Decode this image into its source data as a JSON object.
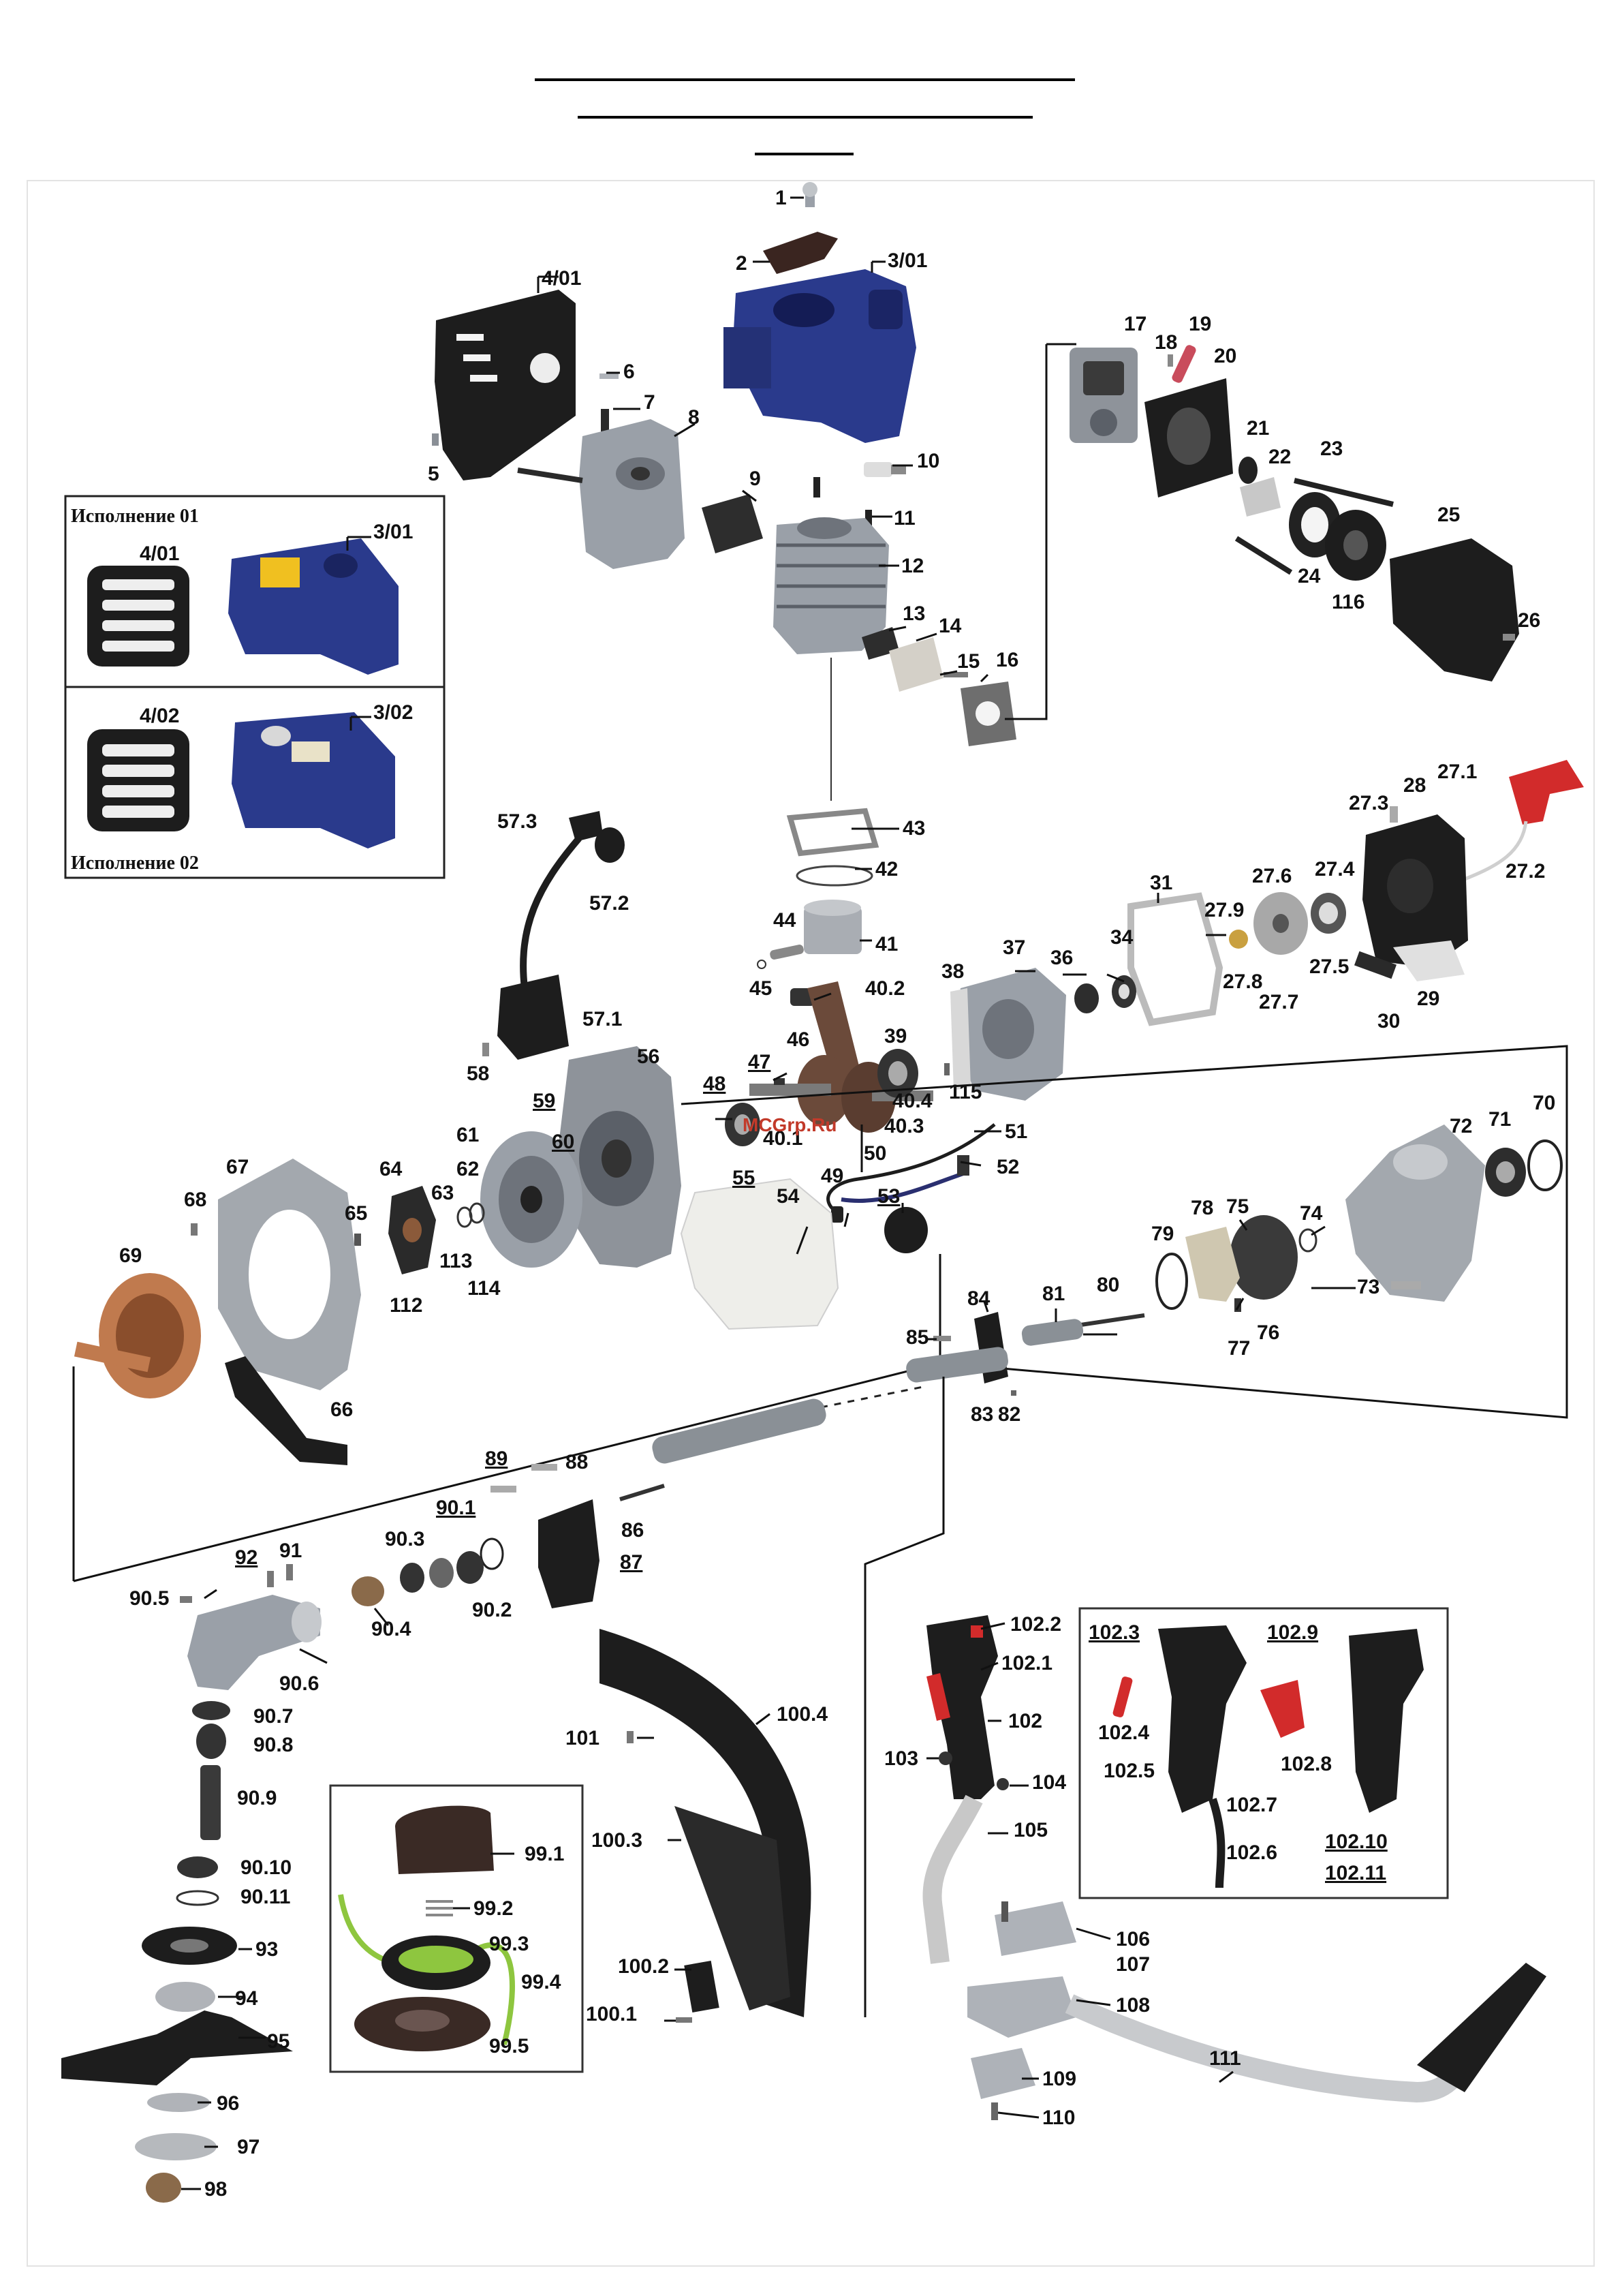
{
  "watermark": "MCGrp.Ru",
  "variants": {
    "v01": {
      "title": "Исполнение 01",
      "left_label": "4/01",
      "right_label": "3/01"
    },
    "v02": {
      "title": "Исполнение 02",
      "left_label": "4/02",
      "right_label": "3/02"
    }
  },
  "labels": {
    "p1": "1",
    "p2": "2",
    "p3_01": "3/01",
    "p4_01": "4/01",
    "p5": "5",
    "p6": "6",
    "p7": "7",
    "p8": "8",
    "p9": "9",
    "p10": "10",
    "p11": "11",
    "p12": "12",
    "p13": "13",
    "p14": "14",
    "p15": "15",
    "p16": "16",
    "p17": "17",
    "p18": "18",
    "p19": "19",
    "p20": "20",
    "p21": "21",
    "p22": "22",
    "p23": "23",
    "p24": "24",
    "p25": "25",
    "p26": "26",
    "p116": "116",
    "p27_1": "27.1",
    "p27_2": "27.2",
    "p27_3": "27.3",
    "p27_4": "27.4",
    "p27_5": "27.5",
    "p27_6": "27.6",
    "p27_7": "27.7",
    "p27_8": "27.8",
    "p27_9": "27.9",
    "p28": "28",
    "p29": "29",
    "p30": "30",
    "p31": "31",
    "p34": "34",
    "p36": "36",
    "p37": "37",
    "p38": "38",
    "p39": "39",
    "p40_1": "40.1",
    "p40_2": "40.2",
    "p40_3": "40.3",
    "p40_4": "40.4",
    "p41": "41",
    "p42": "42",
    "p43": "43",
    "p44": "44",
    "p45": "45",
    "p46": "46",
    "p47": "47",
    "p48": "48",
    "p49": "49",
    "p50": "50",
    "p51": "51",
    "p52": "52",
    "p53": "53",
    "p54": "54",
    "p55": "55",
    "p56": "56",
    "p57_1": "57.1",
    "p57_2": "57.2",
    "p57_3": "57.3",
    "p58": "58",
    "p59": "59",
    "p60": "60",
    "p61": "61",
    "p62": "62",
    "p63": "63",
    "p64": "64",
    "p65": "65",
    "p66": "66",
    "p67": "67",
    "p68": "68",
    "p69": "69",
    "p70": "70",
    "p71": "71",
    "p72": "72",
    "p73": "73",
    "p74": "74",
    "p75": "75",
    "p76": "76",
    "p77": "77",
    "p78": "78",
    "p79": "79",
    "p80": "80",
    "p81": "81",
    "p82": "82",
    "p83": "83",
    "p84": "84",
    "p85": "85",
    "p86": "86",
    "p87": "87",
    "p88": "88",
    "p89": "89",
    "p90_1": "90.1",
    "p90_2": "90.2",
    "p90_3": "90.3",
    "p90_4": "90.4",
    "p90_5": "90.5",
    "p90_6": "90.6",
    "p90_7": "90.7",
    "p90_8": "90.8",
    "p90_9": "90.9",
    "p90_10": "90.10",
    "p90_11": "90.11",
    "p91": "91",
    "p92": "92",
    "p93": "93",
    "p94": "94",
    "p95": "95",
    "p96": "96",
    "p97": "97",
    "p98": "98",
    "p99_1": "99.1",
    "p99_2": "99.2",
    "p99_3": "99.3",
    "p99_4": "99.4",
    "p99_5": "99.5",
    "p100_1": "100.1",
    "p100_2": "100.2",
    "p100_3": "100.3",
    "p100_4": "100.4",
    "p101": "101",
    "p102": "102",
    "p102_1": "102.1",
    "p102_2": "102.2",
    "p102_3": "102.3",
    "p102_4": "102.4",
    "p102_5": "102.5",
    "p102_6": "102.6",
    "p102_7": "102.7",
    "p102_8": "102.8",
    "p102_9": "102.9",
    "p102_10": "102.10",
    "p102_11": "102.11",
    "p103": "103",
    "p104": "104",
    "p105": "105",
    "p106": "106",
    "p107": "107",
    "p108": "108",
    "p109": "109",
    "p110": "110",
    "p111": "111",
    "p112": "112",
    "p113": "113",
    "p114": "114",
    "p115": "115"
  },
  "colors": {
    "cover_blue": "#2a3a8c",
    "black_part": "#1d1d1d",
    "metal": "#9aa0a8",
    "dark_metal": "#5b6068",
    "copper": "#c07a4e",
    "red": "#d22b2b",
    "white_plastic": "#eeeeea",
    "grey_plastic": "#bcbcbc",
    "green_line": "#8ec63f",
    "decal_yellow": "#f0c020"
  }
}
